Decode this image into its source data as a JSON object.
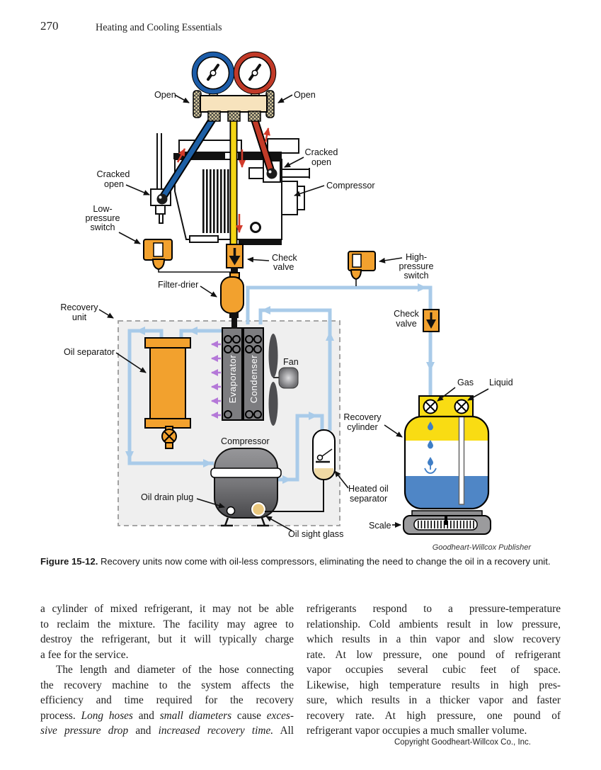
{
  "page": {
    "number": "270",
    "running_head": "Heating and Cooling Essentials",
    "footer": "Copyright Goodheart-Willcox Co., Inc."
  },
  "figure": {
    "caption_label": "Figure 15-12.",
    "caption_text": "Recovery units now come with oil-less compressors, eliminating the need to change the oil in a recovery unit.",
    "credit": "Goodheart-Willcox Publisher",
    "labels": {
      "open_left": "Open",
      "open_right": "Open",
      "cracked_open_left": [
        "Cracked",
        "open"
      ],
      "cracked_open_right": [
        "Cracked",
        "open"
      ],
      "compressor_system": "Compressor",
      "low_pressure_switch": [
        "Low-",
        "pressure",
        "switch"
      ],
      "check_valve_center": [
        "Check",
        "valve"
      ],
      "high_pressure_switch": [
        "High-",
        "pressure",
        "switch"
      ],
      "filter_drier": "Filter-drier",
      "recovery_unit": [
        "Recovery",
        "unit"
      ],
      "check_valve_right": [
        "Check",
        "valve"
      ],
      "oil_separator": "Oil separator",
      "evaporator": "Evaporator",
      "condenser": "Condenser",
      "fan": "Fan",
      "gas": "Gas",
      "liquid": "Liquid",
      "recovery_cylinder": [
        "Recovery",
        "cylinder"
      ],
      "compressor_unit": "Compressor",
      "oil_drain_plug": "Oil drain plug",
      "heated_oil_separator": [
        "Heated oil",
        "separator"
      ],
      "oil_sight_glass": "Oil sight glass",
      "scale": "Scale"
    },
    "colors": {
      "device_orange": "#F2A12E",
      "hose_blue": "#1D5FA5",
      "hose_red": "#C23B28",
      "hose_yellow": "#F4D516",
      "pipe_light_blue": "#A9CBE9",
      "airflow_purple": "#B478D8",
      "flow_red": "#D23B2B",
      "cylinder_yellow": "#F9DC13",
      "liquid_blue": "#4F86C6",
      "panel_gray": "#7D7D80",
      "manifold_cream": "#F7E3BD"
    }
  },
  "body": {
    "left_column": {
      "lines": [
        {
          "j": 1,
          "seg": [
            {
              "t": "a cylinder of mixed refrigerant, it may not be able"
            }
          ]
        },
        {
          "j": 1,
          "seg": [
            {
              "t": "to reclaim the mixture. The facility may agree to"
            }
          ]
        },
        {
          "j": 1,
          "seg": [
            {
              "t": "destroy the refrigerant, but it will typically charge"
            }
          ]
        },
        {
          "seg": [
            {
              "t": "a fee for the service."
            }
          ]
        },
        {
          "j": 1,
          "ind": 1,
          "seg": [
            {
              "t": "The length and diameter of the hose connecting"
            }
          ]
        },
        {
          "j": 1,
          "seg": [
            {
              "t": "the recovery machine to the system affects the"
            }
          ]
        },
        {
          "j": 1,
          "seg": [
            {
              "t": "efficiency and time required for the recovery"
            }
          ]
        },
        {
          "j": 1,
          "seg": [
            {
              "t": "process. "
            },
            {
              "t": "Long hoses",
              "i": 1
            },
            {
              "t": " and "
            },
            {
              "t": "small diameters",
              "i": 1
            },
            {
              "t": " cause "
            },
            {
              "t": "exces-",
              "i": 1
            }
          ]
        },
        {
          "j": 1,
          "seg": [
            {
              "t": "sive pressure drop",
              "i": 1
            },
            {
              "t": " and "
            },
            {
              "t": "increased recovery time.",
              "i": 1
            },
            {
              "t": " All"
            }
          ]
        }
      ]
    },
    "right_column": {
      "lines": [
        {
          "j": 1,
          "seg": [
            {
              "t": "refrigerants respond to a pressure-temperature"
            }
          ]
        },
        {
          "j": 1,
          "seg": [
            {
              "t": "relationship. Cold ambients result in low pressure,"
            }
          ]
        },
        {
          "j": 1,
          "seg": [
            {
              "t": "which results in a thin vapor and slow recovery"
            }
          ]
        },
        {
          "j": 1,
          "seg": [
            {
              "t": "rate. At low pressure, one pound of refrigerant"
            }
          ]
        },
        {
          "j": 1,
          "seg": [
            {
              "t": "vapor occupies several cubic feet of space."
            }
          ]
        },
        {
          "j": 1,
          "seg": [
            {
              "t": "Likewise, high temperature results in high pres-"
            }
          ]
        },
        {
          "j": 1,
          "seg": [
            {
              "t": "sure, which results in a thicker vapor and faster"
            }
          ]
        },
        {
          "j": 1,
          "seg": [
            {
              "t": "recovery rate. At high pressure, one pound of"
            }
          ]
        },
        {
          "seg": [
            {
              "t": "refrigerant vapor occupies a much smaller volume."
            }
          ]
        }
      ]
    }
  }
}
